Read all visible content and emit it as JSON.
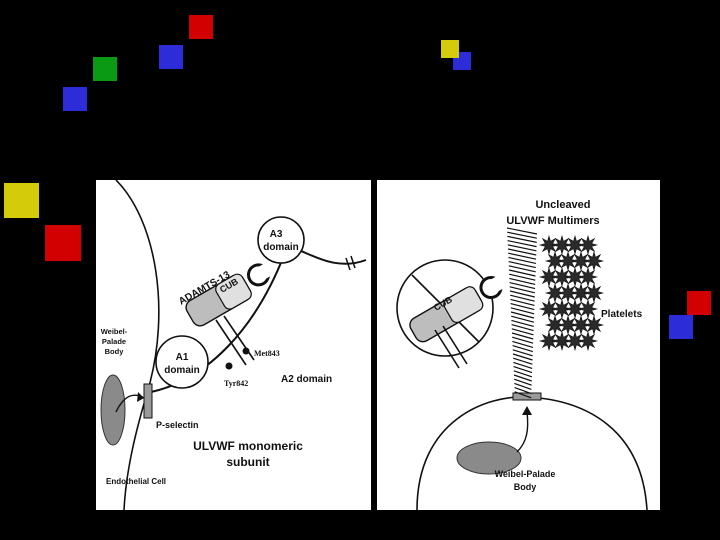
{
  "decor": {
    "colors": {
      "red": "#d20000",
      "blue": "#2c2cd8",
      "green": "#0a9a14",
      "yellow": "#d4cc0a"
    }
  },
  "left_panel": {
    "labels": {
      "adamts": "ADAMTS-13",
      "cub": "CUB",
      "a3_line1": "A3",
      "a3_line2": "domain",
      "a1_line1": "A1",
      "a1_line2": "domain",
      "met": "Met843",
      "tyr": "Tyr842",
      "a2": "A2 domain",
      "wp_line1": "Weibel-",
      "wp_line2": "Palade",
      "wp_line3": "Body",
      "pselectin": "P-selectin",
      "ulvwf_line1": "ULVWF monomeric",
      "ulvwf_line2": "subunit",
      "endothelial": "Endothelial Cell"
    }
  },
  "right_panel": {
    "labels": {
      "uncleaved_line1": "Uncleaved",
      "uncleaved_line2": "ULVWF Multimers",
      "cub": "CUB",
      "platelets": "Platelets",
      "wp_line1": "Weibel-Palade",
      "wp_line2": "Body"
    }
  }
}
